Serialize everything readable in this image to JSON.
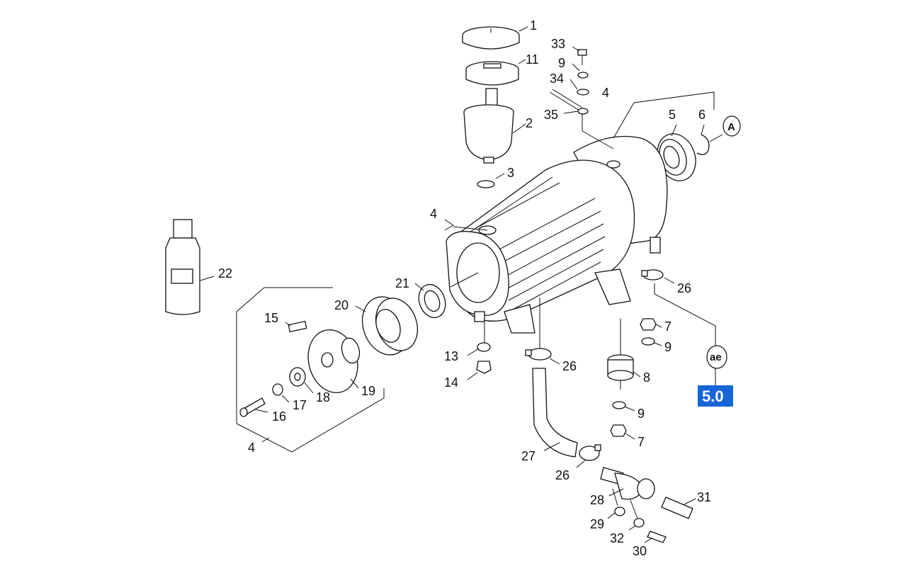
{
  "callouts": {
    "c1": "1",
    "c11": "11",
    "c2": "2",
    "c3": "3",
    "c33": "33",
    "c9a": "9",
    "c34": "34",
    "c35": "35",
    "c4top": "4",
    "c5": "5",
    "c6": "6",
    "c4left": "4",
    "c22": "22",
    "c21": "21",
    "c20": "20",
    "c15": "15",
    "c13": "13",
    "c14": "14",
    "c26a": "26",
    "c7a": "7",
    "c9b": "9",
    "c8": "8",
    "c26b": "26",
    "c19": "19",
    "c18": "18",
    "c17": "17",
    "c16": "16",
    "c4bottom": "4",
    "c9c": "9",
    "c7b": "7",
    "c27": "27",
    "c26c": "26",
    "c28": "28",
    "c31": "31",
    "c29": "29",
    "c32": "32",
    "c30": "30"
  },
  "references": {
    "circle_a": "A",
    "circle_ae": "ae",
    "page_ref": "5.0"
  },
  "colors": {
    "line": "#111111",
    "page_ref_bg": "#1565d8",
    "page_ref_text": "#ffffff"
  }
}
